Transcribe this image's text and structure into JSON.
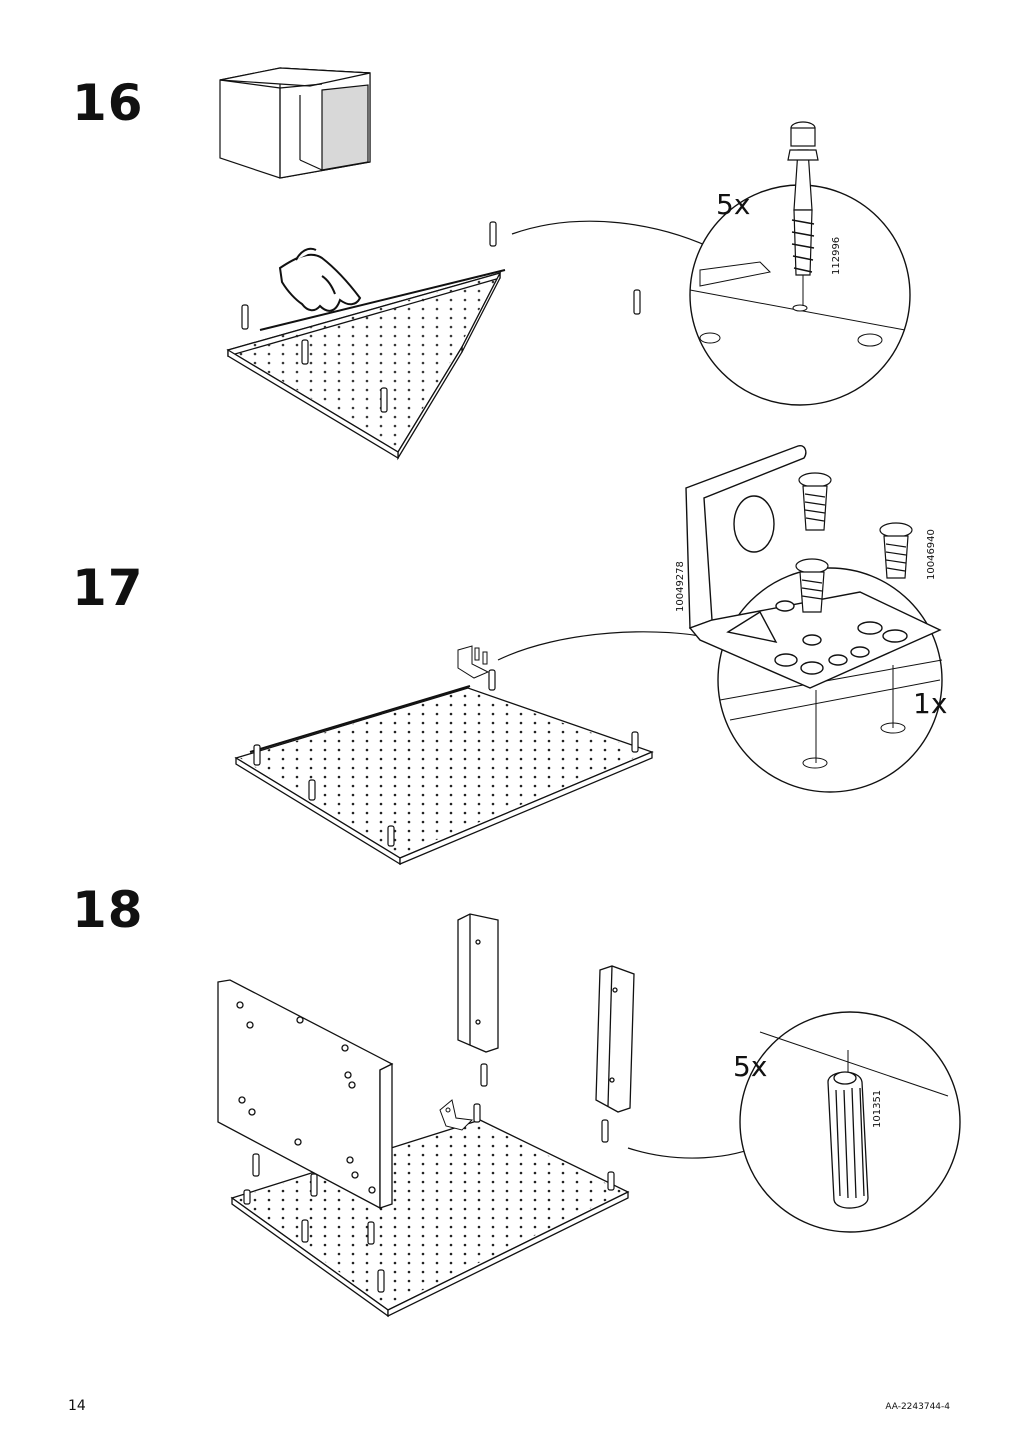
{
  "page": {
    "number": "14",
    "document_id": "AA-2243744-4"
  },
  "steps": [
    {
      "number": "16",
      "quantity": "5x",
      "part_number": "112996"
    },
    {
      "number": "17",
      "quantity": "1x",
      "part_numbers": [
        "10049278",
        "10046940"
      ]
    },
    {
      "number": "18",
      "quantity": "5x",
      "part_number": "101351"
    }
  ]
}
